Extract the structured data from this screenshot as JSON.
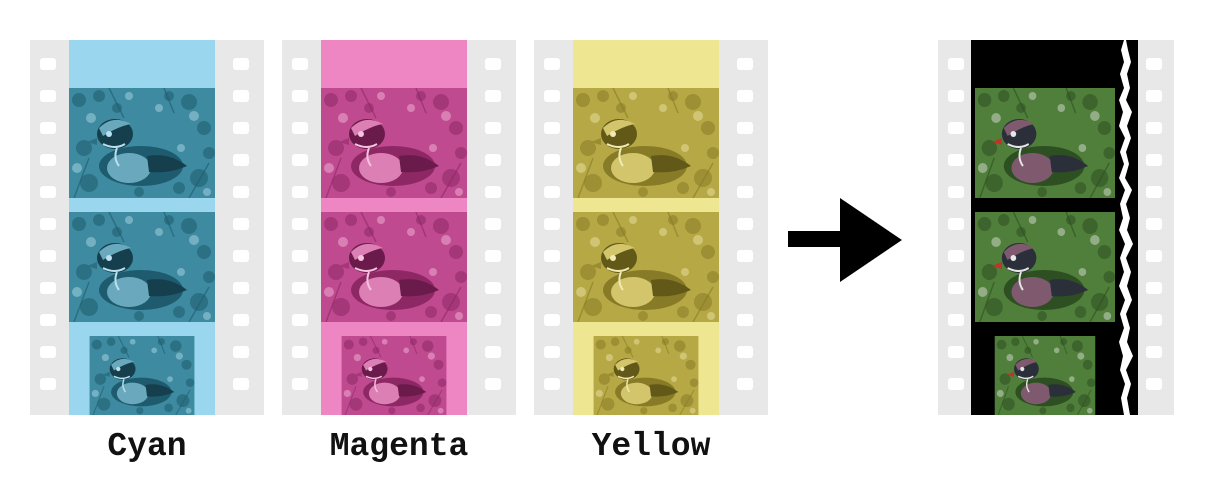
{
  "strips": [
    {
      "id": "cyan",
      "label": "Cyan",
      "color": "#2f7f96",
      "bar": "#9ad7ee",
      "dark": "#1e5d70"
    },
    {
      "id": "magenta",
      "label": "Magenta",
      "color": "#b83a86",
      "bar": "#ee86c3",
      "dark": "#8a2462"
    },
    {
      "id": "yellow",
      "label": "Yellow",
      "color": "#b2a33a",
      "bar": "#eee690",
      "dark": "#857826"
    }
  ],
  "colors": {
    "film_base": "#e8e8e8",
    "perforation": "#ffffff",
    "frame_line_final": "#000000",
    "arrow": "#000000"
  },
  "icons": [
    "duck-frame-image",
    "right-arrow-icon",
    "soundtrack-icon"
  ]
}
